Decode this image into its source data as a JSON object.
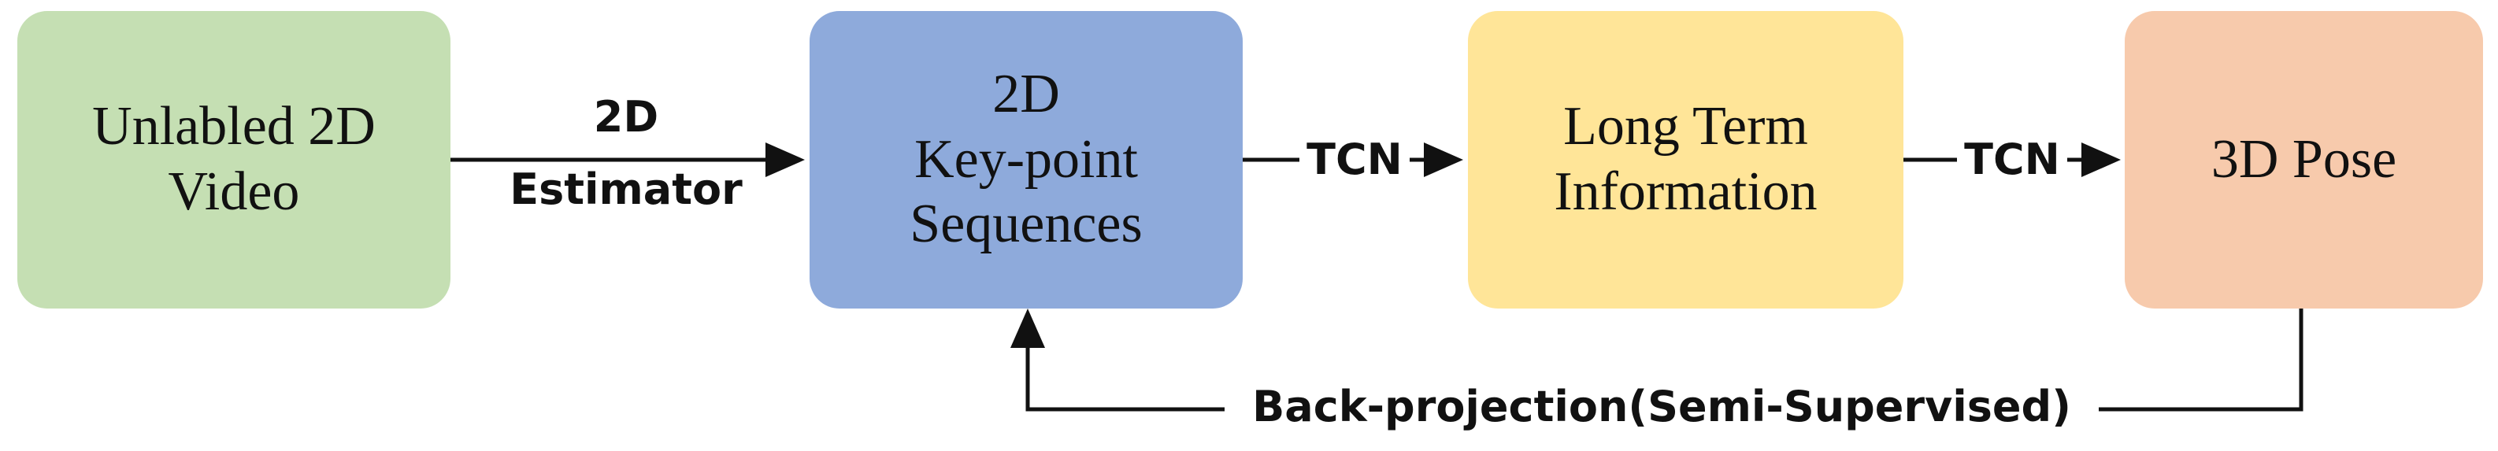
{
  "nodes": {
    "video": {
      "label": "Unlabled 2D\nVideo",
      "color": "#c5dfb3"
    },
    "keypoints": {
      "label": "2D\nKey-point\nSequences",
      "color": "#8eaadb"
    },
    "longterm": {
      "label": "Long Term\nInformation",
      "color": "#ffe598"
    },
    "pose": {
      "label": "3D Pose",
      "color": "#f7caac"
    }
  },
  "edges": {
    "estimator_top": "2D",
    "estimator_bottom": "Estimator",
    "tcn1": "TCN",
    "tcn2": "TCN",
    "backprojection": "Back-projection(Semi-Supervised)"
  }
}
